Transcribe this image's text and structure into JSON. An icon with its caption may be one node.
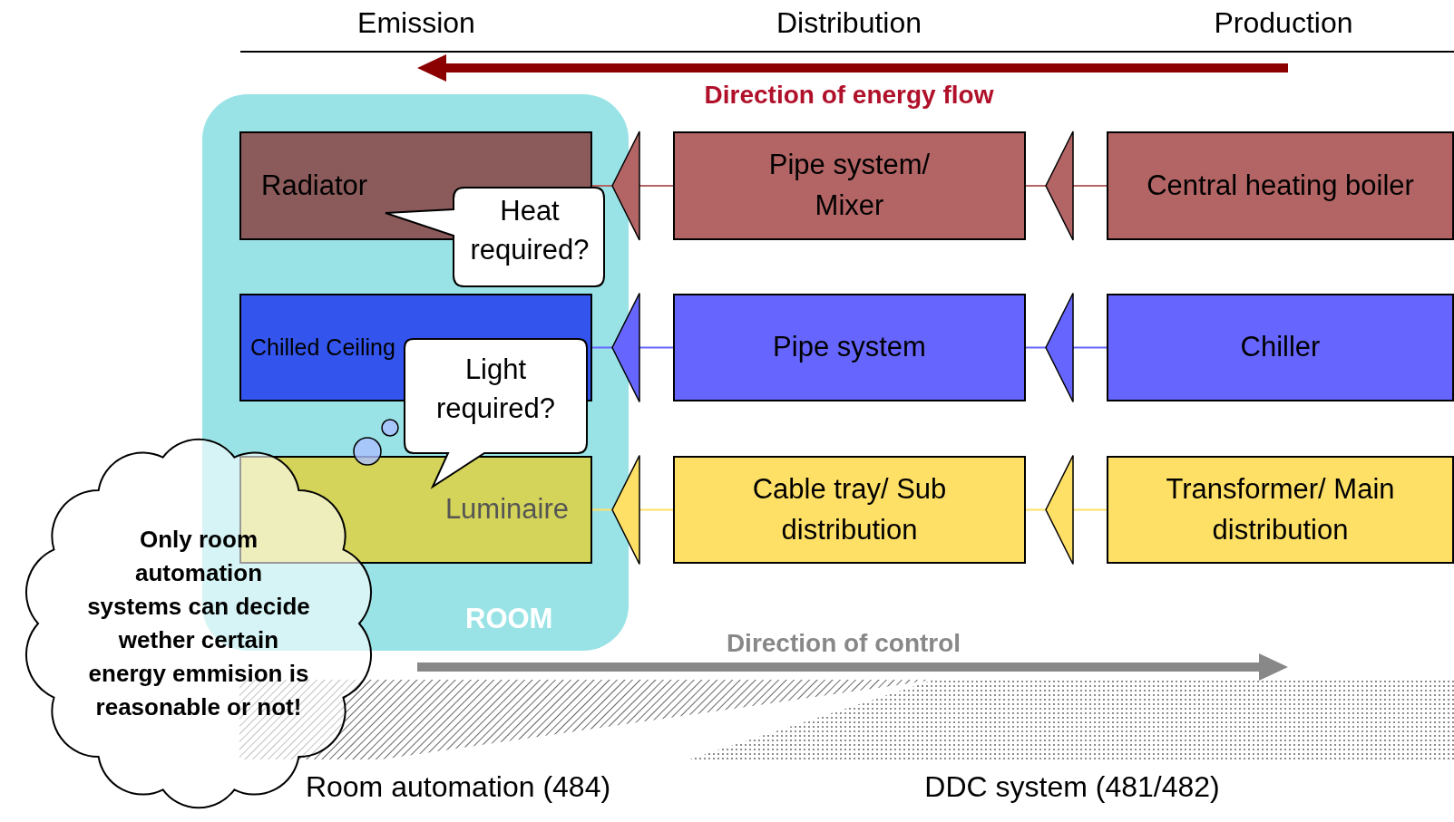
{
  "diagram": {
    "nodes": [
      {
        "text": [
          "ROOM"
        ]
      },
      {
        "text": [
          "Radiator"
        ],
        "in": 0
      },
      {
        "text": [
          "Chilled Ceiling"
        ],
        "in": 0
      },
      {
        "text": [
          "Luminaire"
        ],
        "in": 0
      },
      {
        "text": [
          "Pipe system/ Mixer"
        ]
      },
      {
        "text": [
          "Pipe system"
        ]
      },
      {
        "text": [
          "Cable tray/ Sub distribution"
        ]
      },
      {
        "text": [
          "Central heating boiler"
        ]
      },
      {
        "text": [
          "Chiller"
        ]
      },
      {
        "text": [
          "Transformer/ Main distribution"
        ]
      },
      {
        "text": [
          "Heat required?"
        ],
        "in": 0
      },
      {
        "text": [
          "Light required?"
        ],
        "in": 0
      },
      {
        "text": [
          "Only room automation systems can decide wether certain energy emmision is reasonable or not!"
        ]
      },
      {
        "text": [],
        "shape": "band"
      },
      {
        "text": [],
        "shape": "band"
      }
    ],
    "edges": [
      {
        "from": 4,
        "to": 1,
        "arrow": "to",
        "color": "#b36464"
      },
      {
        "from": 5,
        "to": 2,
        "arrow": "to",
        "color": "#6666ff"
      },
      {
        "from": 6,
        "to": 3,
        "arrow": "to",
        "color": "#ffe066"
      },
      {
        "from": 7,
        "to": 4,
        "arrow": "to",
        "color": "#b36464"
      },
      {
        "from": 8,
        "to": 5,
        "arrow": "to",
        "color": "#6666ff"
      },
      {
        "from": 9,
        "to": 6,
        "arrow": "to",
        "color": "#ffe066"
      }
    ],
    "labels": [
      "Emission",
      "Distribution",
      "Production",
      "Direction of energy flow",
      "Direction of control",
      "Room automation (484)",
      "DDC system (481/482)"
    ]
  }
}
